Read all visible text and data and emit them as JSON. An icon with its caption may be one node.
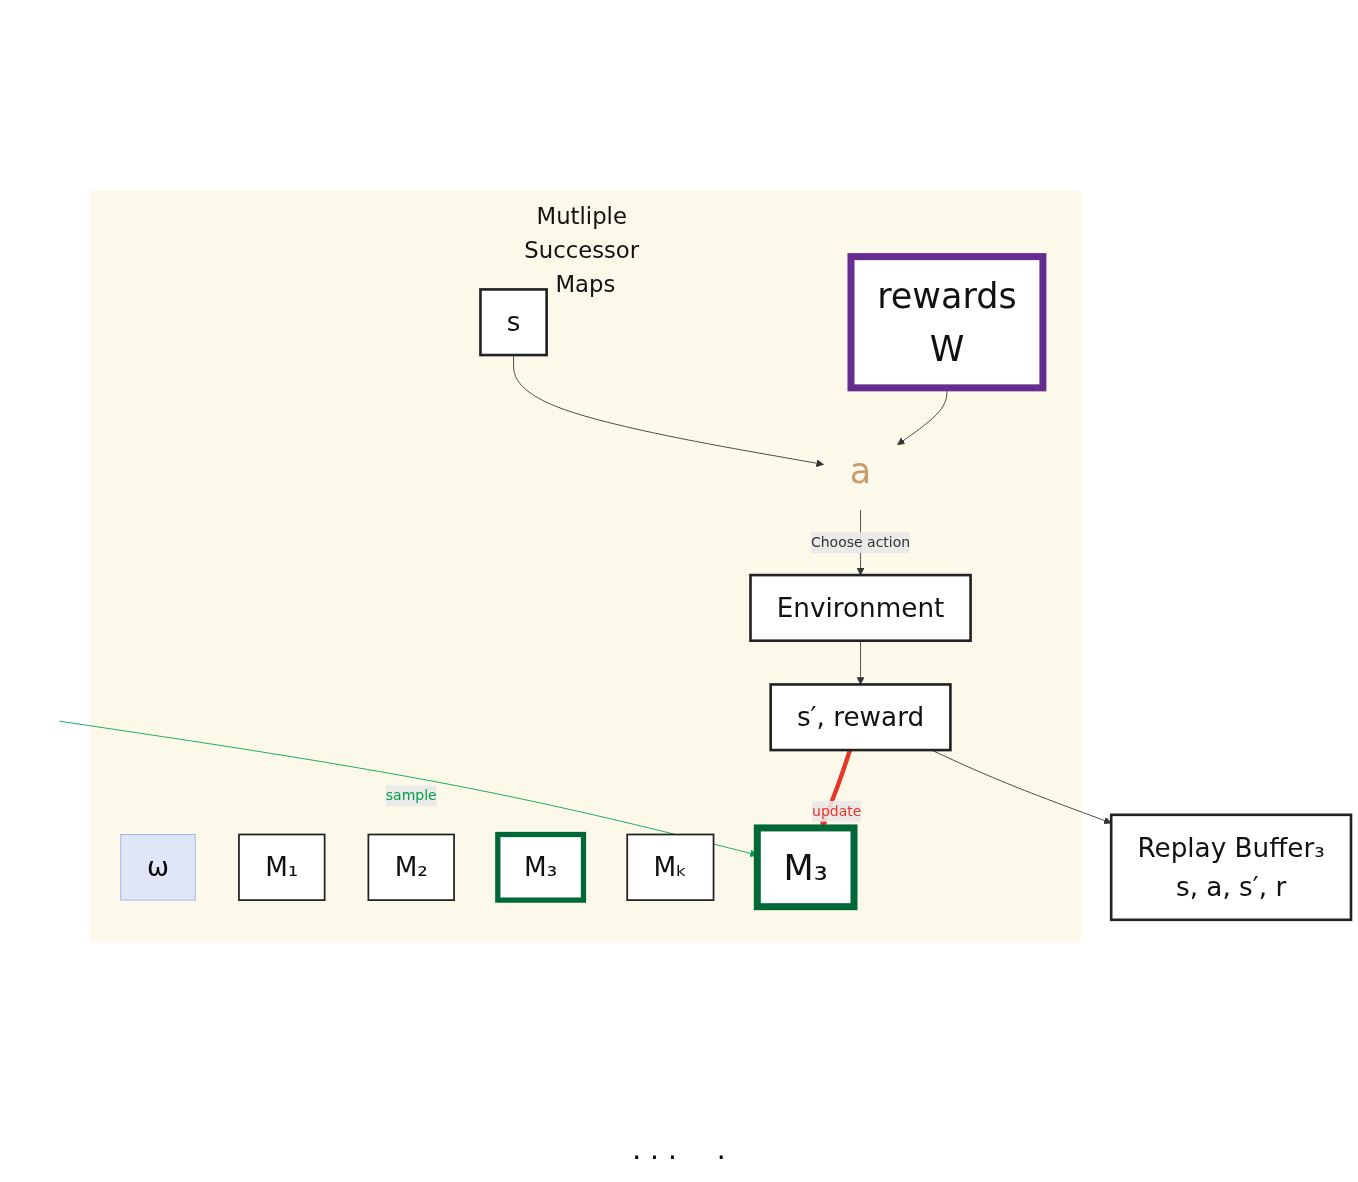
{
  "diagram": {
    "nodes": [
      {
        "text": [
          "Mutliple Successor Maps"
        ]
      },
      {
        "text": [
          "ω"
        ],
        "in": 0
      },
      {
        "text": [
          "M₁"
        ],
        "in": 0
      },
      {
        "text": [
          "M₂"
        ],
        "in": 0
      },
      {
        "text": [
          "M₃"
        ],
        "in": 0
      },
      {
        "text": [
          "Mₖ"
        ],
        "in": 0
      },
      {
        "text": [
          "M₃"
        ],
        "in": 0
      },
      {
        "text": [
          "rewards",
          "W"
        ],
        "in": 0
      },
      {
        "text": [
          "s"
        ],
        "in": 0
      },
      {
        "text": [
          "a"
        ],
        "in": 0
      },
      {
        "text": [
          "Environment"
        ],
        "in": 0
      },
      {
        "text": [
          "s′, reward"
        ],
        "in": 0
      },
      {
        "text": [
          "Replay Buffer₃",
          "s, a, s′, r"
        ]
      }
    ],
    "edges": [
      {
        "from": null,
        "to": 6,
        "arrow": "to",
        "label": "sample",
        "color": "#00a14b"
      },
      {
        "from": 8,
        "to": 9,
        "arrow": "to"
      },
      {
        "from": 7,
        "to": 9,
        "arrow": "to"
      },
      {
        "from": 9,
        "to": 10,
        "arrow": "to",
        "label": "Choose action"
      },
      {
        "from": 10,
        "to": 11,
        "arrow": "to"
      },
      {
        "from": 11,
        "to": 12,
        "arrow": "to"
      },
      {
        "from": 11,
        "to": 6,
        "arrow": "to",
        "label": "update",
        "style": "thick",
        "color": "#e8352a"
      }
    ],
    "labels": [
      "· · ·",
      "·"
    ]
  }
}
